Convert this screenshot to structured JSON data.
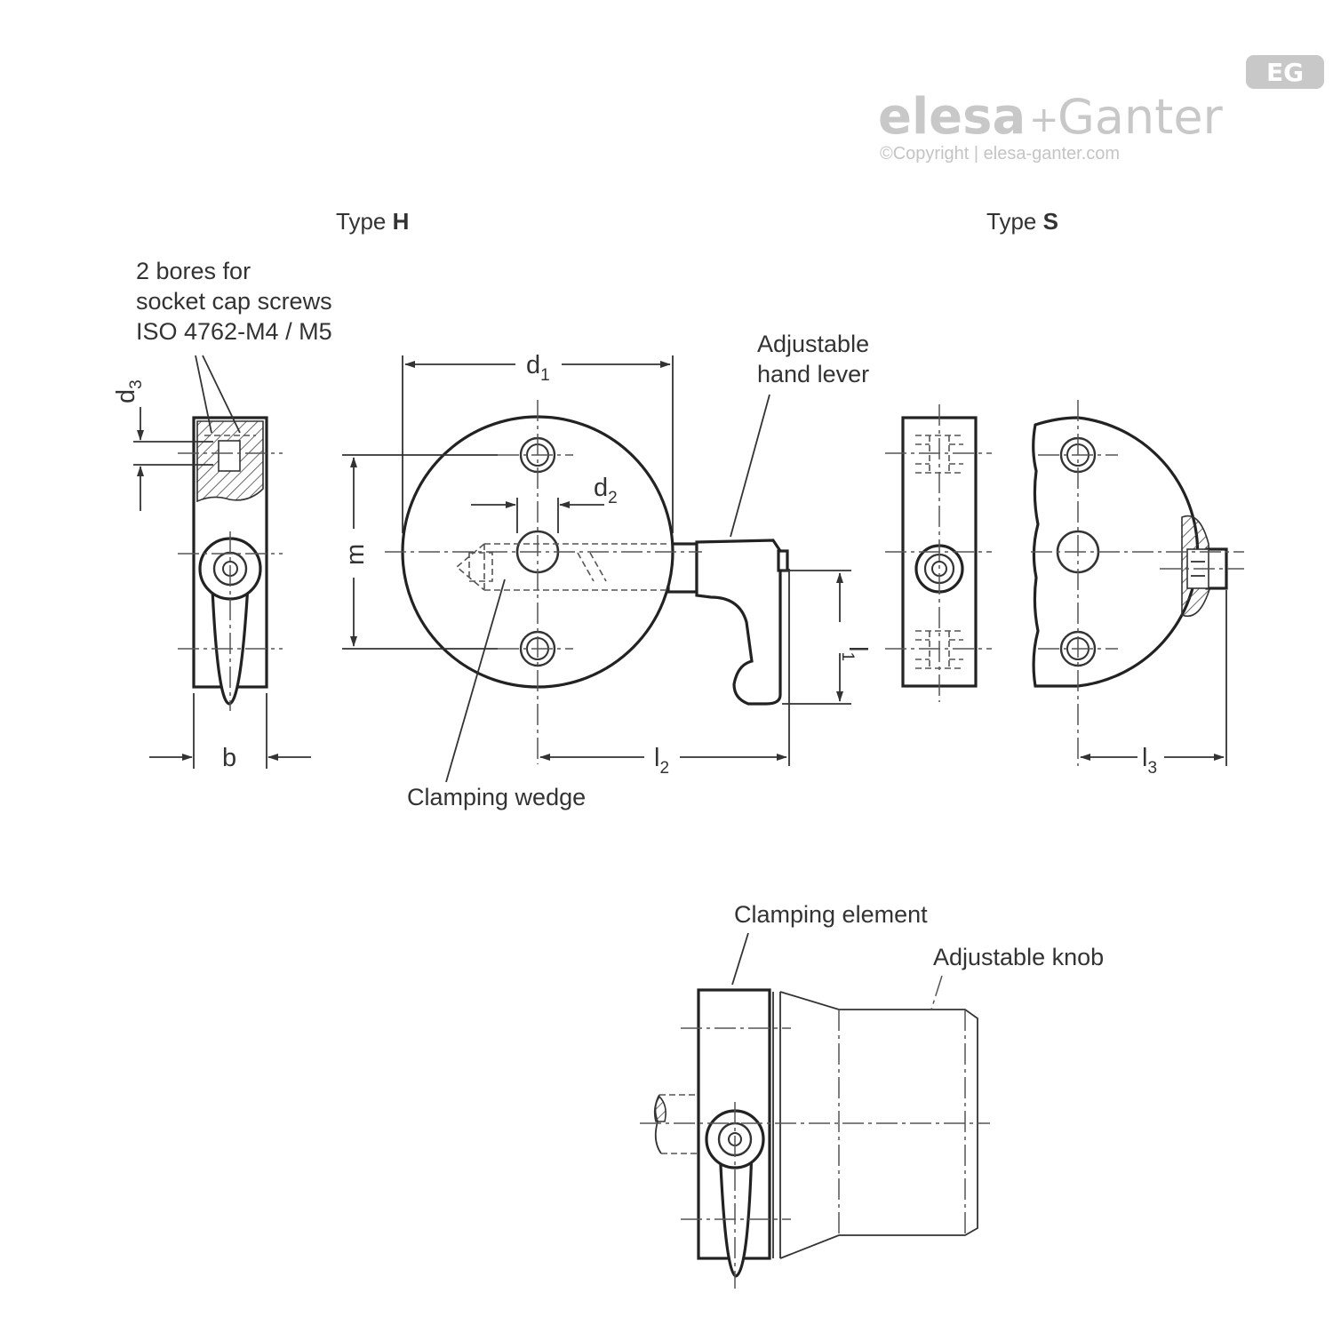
{
  "brand": {
    "logo_text_left": "elesa",
    "logo_plus": "+",
    "logo_text_right": "Ganter",
    "badge_text": "EG",
    "copyright": "©Copyright | elesa-ganter.com"
  },
  "views": {
    "type_h": {
      "prefix": "Type ",
      "letter": "H"
    },
    "type_s": {
      "prefix": "Type ",
      "letter": "S"
    }
  },
  "labels": {
    "bores_line1": "2 bores for",
    "bores_line2": "socket cap screws",
    "bores_line3": "ISO 4762-M4 / M5",
    "hand_lever_line1": "Adjustable",
    "hand_lever_line2": "hand lever",
    "clamping_wedge": "Clamping wedge",
    "clamping_element": "Clamping element",
    "adjustable_knob": "Adjustable knob"
  },
  "dimensions": {
    "d1": {
      "main": "d",
      "sub": "1"
    },
    "d2": {
      "main": "d",
      "sub": "2"
    },
    "d3": {
      "main": "d",
      "sub": "3"
    },
    "m": {
      "main": "m"
    },
    "l1": {
      "main": "l",
      "sub": "1"
    },
    "l2": {
      "main": "l",
      "sub": "2"
    },
    "l3": {
      "main": "l",
      "sub": "3"
    },
    "b": {
      "main": "b"
    }
  },
  "colors": {
    "line": "#222222",
    "text": "#333333",
    "logo_gray": "#c8c8c8"
  }
}
